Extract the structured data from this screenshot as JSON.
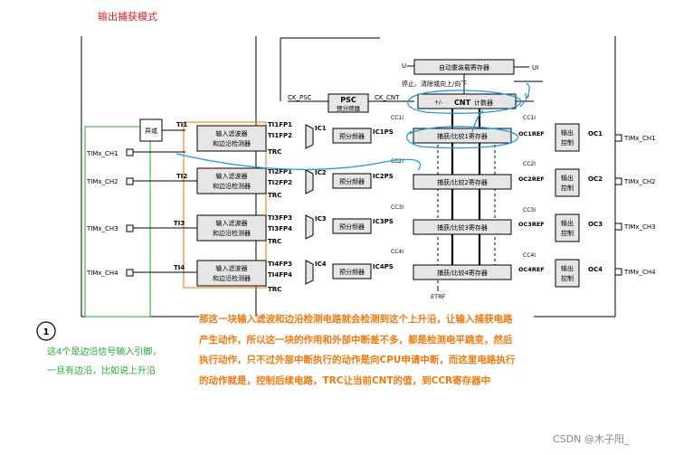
{
  "annotation_title": "输出捕获模式",
  "blocks": {
    "auto_reload": "自动重装载寄存器",
    "stop_line": "停止、清除或向上/向下",
    "psc": "PSC",
    "psc_sub": "预分频器",
    "ck_psc": "CK_PSC",
    "ck_cnt": "CK_CNT",
    "cnt": "CNT",
    "cnt_sub": "计数器",
    "plus_minus": "+/-",
    "u": "U",
    "ui": "UI",
    "xor": "异或",
    "etrf": "ETRF",
    "filter_line1": "输入滤波器",
    "filter_line2": "和边沿检测器",
    "prescaler": "预分频器",
    "trc": "TRC",
    "output_line1": "输出",
    "output_line2": "控制"
  },
  "channels": [
    {
      "pin_in": "TIMx_CH1",
      "ti": "TI1",
      "fp_a": "TI1FP1",
      "fp_b": "TI1FP2",
      "ic": "IC1",
      "icps": "IC1PS",
      "cc": "CC1I",
      "reg": "捕获/比较1寄存器",
      "ref": "OC1REF",
      "oc": "OC1",
      "pin_out": "TIMx_CH1"
    },
    {
      "pin_in": "TIMx_CH2",
      "ti": "TI2",
      "fp_a": "TI2FP1",
      "fp_b": "TI2FP2",
      "ic": "IC2",
      "icps": "IC2PS",
      "cc": "CC2I",
      "reg": "捕获/比较2寄存器",
      "ref": "OC2REF",
      "oc": "OC2",
      "pin_out": "TIMx_CH2"
    },
    {
      "pin_in": "TIMx_CH3",
      "ti": "TI3",
      "fp_a": "TI3FP3",
      "fp_b": "TI3FP4",
      "ic": "IC3",
      "icps": "IC3PS",
      "cc": "CC3I",
      "reg": "捕获/比较3寄存器",
      "ref": "OC3REF",
      "oc": "OC3",
      "pin_out": "TIMx_CH3"
    },
    {
      "pin_in": "TIMx_CH4",
      "ti": "TI4",
      "fp_a": "TI4FP3",
      "fp_b": "TI4FP4",
      "ic": "IC4",
      "icps": "IC4PS",
      "cc": "CC4I",
      "reg": "捕获/比较4寄存器",
      "ref": "OC4REF",
      "oc": "OC4",
      "pin_out": "TIMx_CH4"
    }
  ],
  "notes": {
    "circle_number": "1",
    "green_line1": "这4个是边沿信号输入引脚，",
    "green_line2": "一旦有边沿，比如说上升沿",
    "orange_lines": [
      "那这一块输入滤波和边沿检测电路就会检测到这个上升沿，让输入捕获电路",
      "产生动作，所以这一块的作用和外部中断差不多，都是检测电平跳变，然后",
      "执行动作，只不过外部中断执行的动作是向CPU申请中断，而这里电路执行",
      "的动作就是，控制后续电路，TRC让当前CNT的值，到CCR寄存器中"
    ]
  },
  "watermark": "CSDN @木子阳_",
  "colors": {
    "red_title": "#e02020",
    "green": "#22aa33",
    "orange": "#ee7a10",
    "highlight_blue": "#1b9ce0",
    "orange_box": "#f08a30",
    "block_fill": "#e6e6e6"
  }
}
